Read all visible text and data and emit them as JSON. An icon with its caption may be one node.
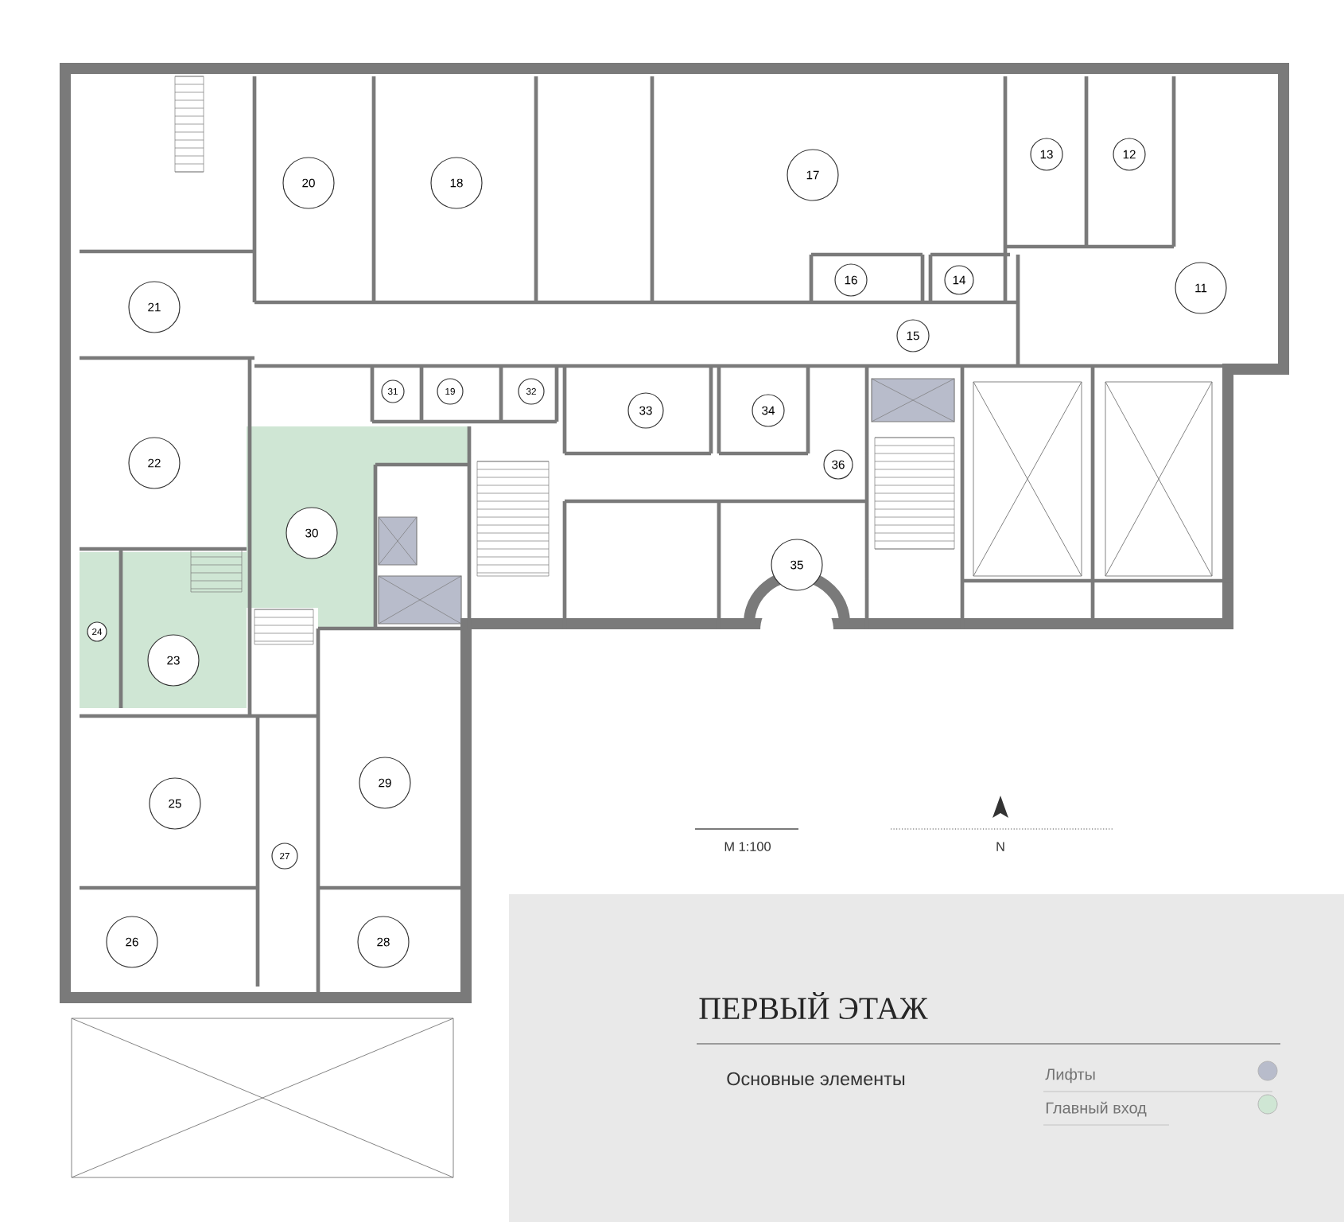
{
  "diagram": {
    "title": "ПЕРВЫЙ ЭТАЖ",
    "nodes": [
      {
        "text": [
          "20"
        ]
      },
      {
        "text": [
          "18"
        ]
      },
      {
        "text": [
          "17"
        ]
      },
      {
        "text": [
          "13"
        ]
      },
      {
        "text": [
          "12"
        ]
      },
      {
        "text": [
          "21"
        ]
      },
      {
        "text": [
          "16"
        ]
      },
      {
        "text": [
          "14"
        ]
      },
      {
        "text": [
          "11"
        ]
      },
      {
        "text": [
          "15"
        ]
      },
      {
        "text": [
          "31"
        ]
      },
      {
        "text": [
          "19"
        ]
      },
      {
        "text": [
          "32"
        ]
      },
      {
        "text": [
          "33"
        ]
      },
      {
        "text": [
          "34"
        ]
      },
      {
        "text": [
          "22"
        ]
      },
      {
        "text": [
          "36"
        ]
      },
      {
        "text": [
          "30"
        ]
      },
      {
        "text": [
          "35"
        ]
      },
      {
        "text": [
          "24"
        ]
      },
      {
        "text": [
          "23"
        ]
      },
      {
        "text": [
          "25"
        ]
      },
      {
        "text": [
          "29"
        ]
      },
      {
        "text": [
          "27"
        ]
      },
      {
        "text": [
          "26"
        ]
      },
      {
        "text": [
          "28"
        ]
      }
    ],
    "edges": [],
    "labels": [
      "M 1:100",
      "N",
      "Основные элементы"
    ],
    "legend": [
      {
        "text": "Лифты",
        "color": "#b8bccb"
      },
      {
        "text": "Главный вход",
        "color": "#cfe6d4"
      }
    ]
  }
}
